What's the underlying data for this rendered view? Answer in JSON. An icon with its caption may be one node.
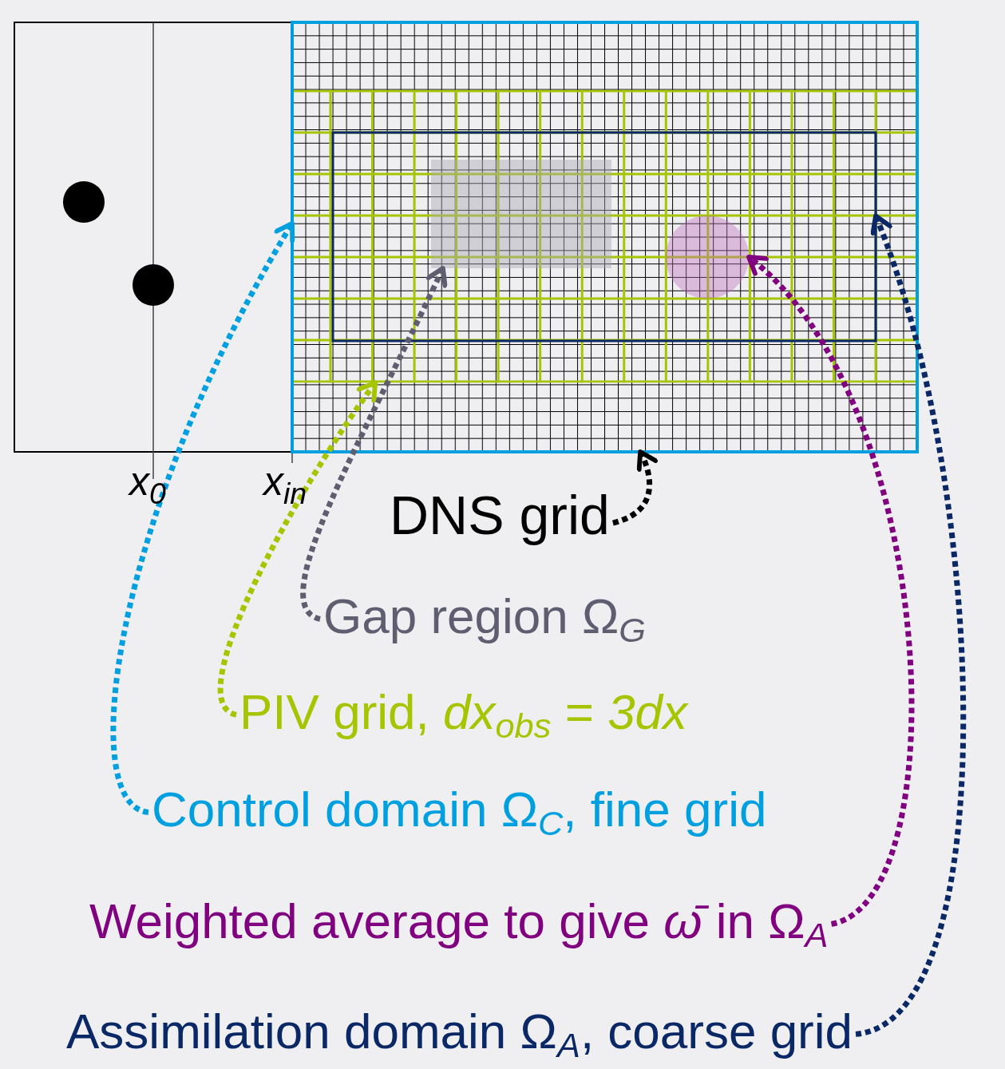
{
  "diagram": {
    "nodes": [
      {
        "text": [],
        "shape": "box"
      },
      {
        "text": [],
        "shape": "grid",
        "in": 0
      },
      {
        "text": [],
        "shape": "grid",
        "in": 1
      },
      {
        "text": [],
        "shape": "box",
        "in": 2
      },
      {
        "text": [],
        "shape": "box",
        "in": 3
      },
      {
        "text": [],
        "shape": "circle",
        "in": 3
      },
      {
        "text": [
          "DNS grid"
        ]
      },
      {
        "text": [
          "Gap region Ω$_{G}$"
        ]
      },
      {
        "text": [
          "PIV grid, *dx*$_{obs}$ = *3dx*"
        ]
      },
      {
        "text": [
          "Control domain Ω$_{C}$, fine grid"
        ]
      },
      {
        "text": [
          "Weighted average to give *ω̄* in Ω$_{A}$"
        ]
      },
      {
        "text": [
          "Assimilation domain Ω$_{A}$, coarse grid"
        ]
      }
    ],
    "edges": [
      {
        "from": 6,
        "to": 1,
        "arrow": "to",
        "style": "dashed",
        "color": "#000000"
      },
      {
        "from": 7,
        "to": 4,
        "arrow": "to",
        "style": "dashed",
        "color": "#5f5d70"
      },
      {
        "from": 8,
        "to": 2,
        "arrow": "to",
        "style": "dashed",
        "color": "#a7c400"
      },
      {
        "from": 9,
        "to": 0,
        "arrow": "to",
        "style": "dashed",
        "color": "#00a0e0"
      },
      {
        "from": 10,
        "to": 5,
        "arrow": "to",
        "style": "dashed",
        "color": "#800080"
      },
      {
        "from": 11,
        "to": 3,
        "arrow": "to",
        "style": "dashed",
        "color": "#0a2866"
      }
    ],
    "labels": [
      "x$_{0}$",
      "x$_{in}$"
    ]
  }
}
